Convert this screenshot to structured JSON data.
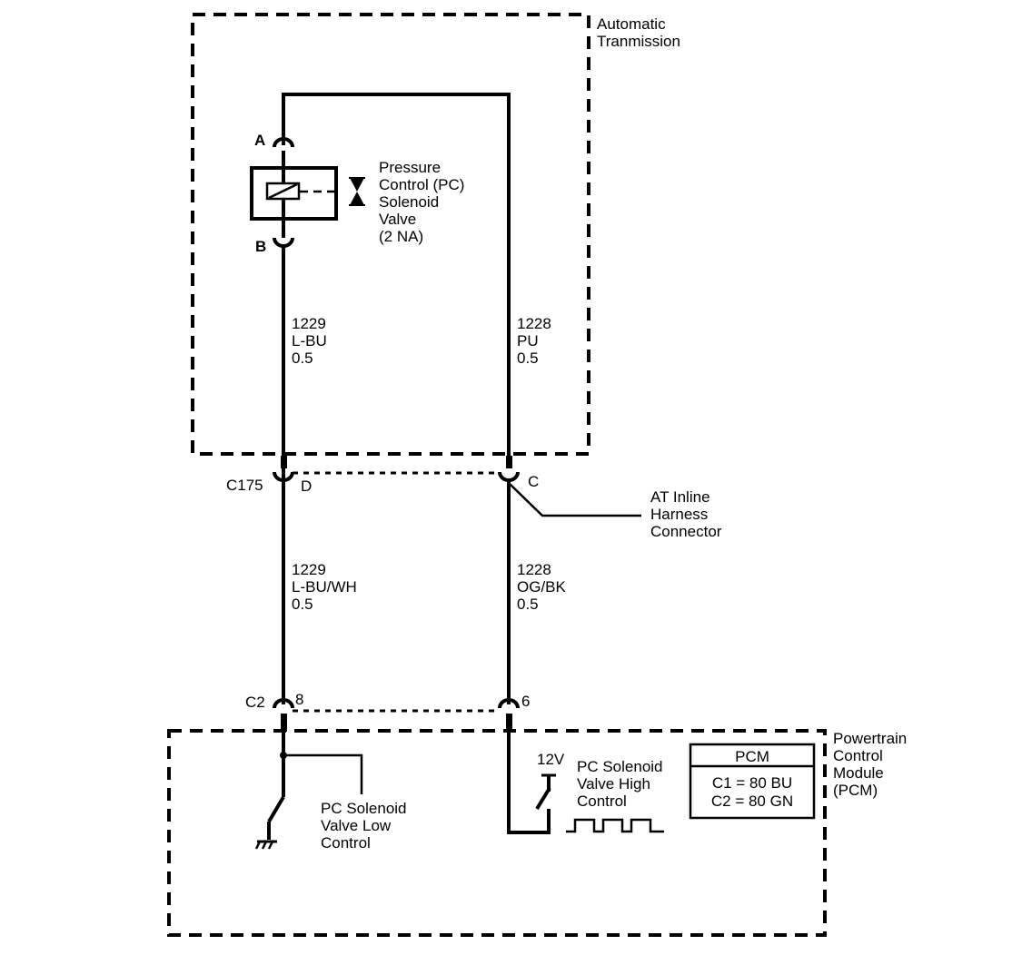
{
  "modules": {
    "transmission": {
      "label_lines": [
        "Automatic",
        "Tranmission"
      ]
    },
    "pcm": {
      "label_lines": [
        "Powertrain",
        "Control",
        "Module",
        "(PCM)"
      ],
      "box_title": "PCM",
      "box_lines": [
        "C1 = 80 BU",
        "C2 = 80 GN"
      ]
    }
  },
  "solenoid": {
    "label_lines": [
      "Pressure",
      "Control (PC)",
      "Solenoid",
      "Valve",
      "(2 NA)"
    ],
    "pin_a": "A",
    "pin_b": "B"
  },
  "wires": {
    "upper_left": {
      "circuit": "1229",
      "color": "L-BU",
      "gauge": "0.5"
    },
    "upper_right": {
      "circuit": "1228",
      "color": "PU",
      "gauge": "0.5"
    },
    "lower_left": {
      "circuit": "1229",
      "color": "L-BU/WH",
      "gauge": "0.5"
    },
    "lower_right": {
      "circuit": "1228",
      "color": "OG/BK",
      "gauge": "0.5"
    }
  },
  "connectors": {
    "c175": {
      "name": "C175",
      "pin_left": "D",
      "pin_right": "C"
    },
    "c2": {
      "name": "C2",
      "pin_left": "8",
      "pin_right": "6"
    },
    "inline_label_lines": [
      "AT Inline",
      "Harness",
      "Connector"
    ]
  },
  "pcm_internal": {
    "low_control_lines": [
      "PC Solenoid",
      "Valve Low",
      "Control"
    ],
    "high_control_lines": [
      "PC Solenoid",
      "Valve High",
      "Control"
    ],
    "supply_voltage": "12V"
  }
}
